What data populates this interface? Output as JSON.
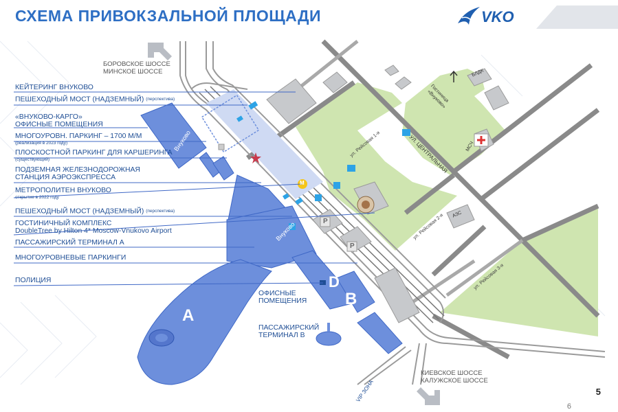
{
  "header": {
    "title": "СХЕМА ПРИВОКЗАЛЬНОЙ ПЛОЩАДИ",
    "logo_text": "VKO"
  },
  "left_labels": [
    {
      "text": "КЕЙТЕРИНГ ВНУКОВО",
      "note": ""
    },
    {
      "text": "ПЕШЕХОДНЫЙ МОСТ (НАДЗЕМНЫЙ)",
      "note": "(перспектива)"
    },
    {
      "text": "«ВНУКОВО-КАРГО»",
      "note": ""
    },
    {
      "text": "ОФИСНЫЕ ПОМЕЩЕНИЯ",
      "note": ""
    },
    {
      "text": "МНОГОУРОВН. ПАРКИНГ – 1700 М/М",
      "note": ""
    },
    {
      "text": "(реализация в 2023 году)",
      "note": ""
    },
    {
      "text": "ПЛОСКОСТНОЙ ПАРКИНГ ДЛЯ КАРШЕРИНГА",
      "note": ""
    },
    {
      "text": "(существующий)",
      "note": ""
    },
    {
      "text": "ПОДЗЕМНАЯ ЖЕЛЕЗНОДОРОЖНАЯ",
      "note": ""
    },
    {
      "text": "СТАНЦИЯ АЭРОЭКСПРЕССА",
      "note": ""
    },
    {
      "text": "МЕТРОПОЛИТЕН ВНУКОВО",
      "note": ""
    },
    {
      "text": "открытие в 2022 году",
      "note": ""
    },
    {
      "text": "ПЕШЕХОДНЫЙ МОСТ (НАДЗЕМНЫЙ)",
      "note": "(перспектива)"
    },
    {
      "text": "ГОСТИНИЧНЫЙ КОМПЛЕКС",
      "note": ""
    },
    {
      "text": "DoubleTree by Hilton 4* Moscow-Vnukovo Airport",
      "note": ""
    },
    {
      "text": "ПАССАЖИРСКИЙ ТЕРМИНАЛ А",
      "note": ""
    },
    {
      "text": "МНОГОУРОВНЕВЫЕ ПАРКИНГИ",
      "note": ""
    },
    {
      "text": "ПОЛИЦИЯ",
      "note": ""
    }
  ],
  "map_labels": {
    "highway_top_1": "БОРОВСКОЕ ШОССЕ",
    "highway_top_2": "МИНСКОЕ ШОССЕ",
    "highway_bottom_1": "КИЕВСКОЕ ШОССЕ",
    "highway_bottom_2": "КАЛУЖСКОЕ ШОССЕ",
    "offices_1": "ОФИСНЫЕ",
    "offices_2": "ПОМЕЩЕНИЯ",
    "terminal_b_1": "ПАССАЖИРСКИЙ",
    "terminal_b_2": "ТЕРМИНАЛ В",
    "terminal_a": "A",
    "terminal_b": "B",
    "terminal_d": "D",
    "vnukovo_building": "Внуково",
    "vnukovo_terminal": "Внуково",
    "vip_zone": "VIP ЗОНА",
    "street_central": "УЛ. ЦЕНТРАЛЬНАЯ",
    "street_reysovaya_1": "ул. Рейсовая 1-я",
    "street_reysovaya_2": "ул. Рейсовая 2-я",
    "street_reysovaya_3": "ул. Рейсовая 3-я",
    "hotel_label_1": "Гостиница",
    "hotel_label_2": "«Внуково»",
    "bldk": "БЛДК",
    "msch": "МСЧ",
    "azs": "АЗС",
    "parking_p": "P",
    "metro_m": "M"
  },
  "footer": {
    "page_number": "5",
    "page_number_small": "6"
  },
  "colors": {
    "title_blue": "#2e6fc4",
    "terminal_blue": "#6d8fdc",
    "road_grey": "#8a8a8a",
    "green_area": "#cfe5b0",
    "label_blue": "#1f4e95"
  }
}
